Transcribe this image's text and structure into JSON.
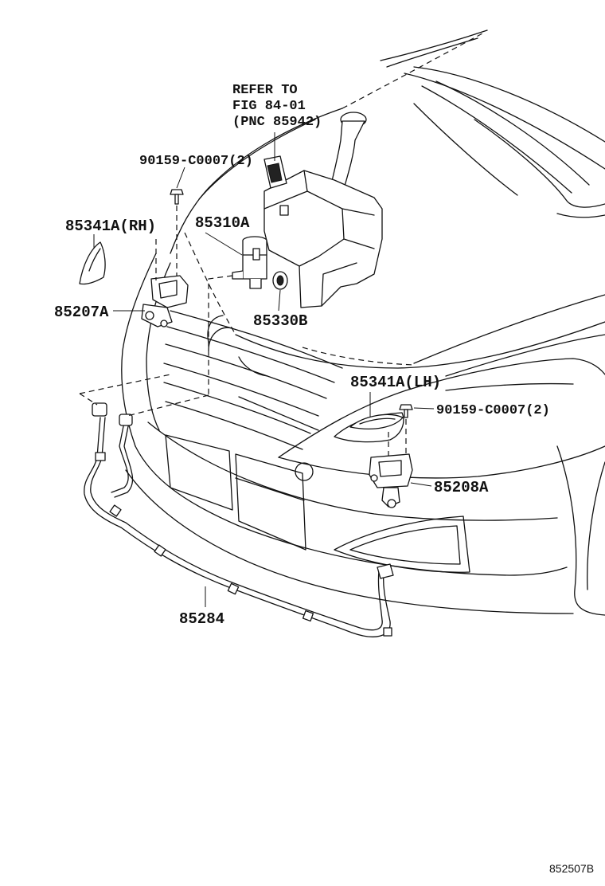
{
  "refer_note": {
    "line1": "REFER TO",
    "line2": "FIG 84-01",
    "line3": "(PNC 85942)"
  },
  "callouts": {
    "bolt_rh": "90159-C0007(2)",
    "cover_rh": "85341A(RH)",
    "pump": "85310A",
    "nozzle_rh": "85207A",
    "grommet": "85330B",
    "cover_lh": "85341A(LH)",
    "bolt_lh": "90159-C0007(2)",
    "nozzle_lh": "85208A",
    "hose": "85284"
  },
  "figure_id": "852507B"
}
